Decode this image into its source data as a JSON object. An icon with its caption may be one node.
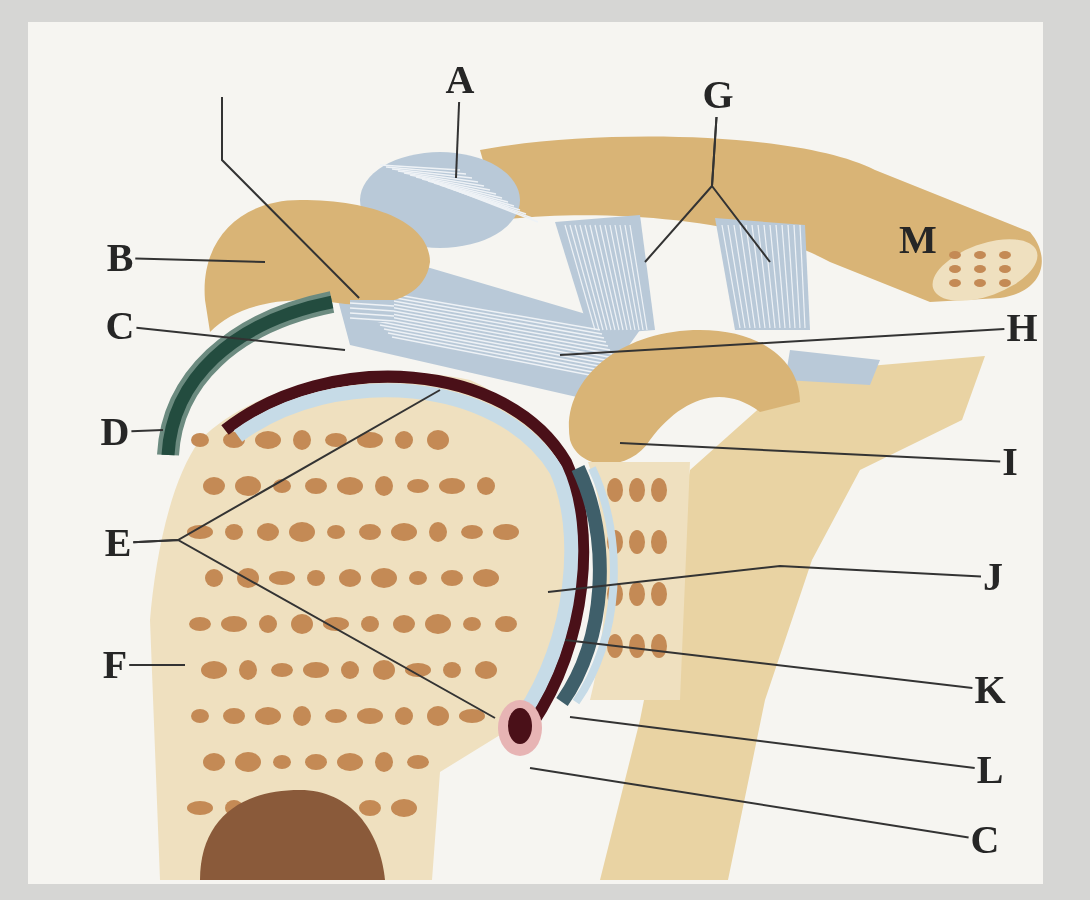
{
  "diagram": {
    "nodes": [
      {
        "text": [
          "A"
        ]
      },
      {
        "text": [
          "G"
        ]
      },
      {
        "text": [
          "B"
        ]
      },
      {
        "text": [
          "M"
        ]
      },
      {
        "text": [
          "C"
        ]
      },
      {
        "text": [
          "H"
        ]
      },
      {
        "text": [
          "D"
        ]
      },
      {
        "text": [
          "I"
        ]
      },
      {
        "text": [
          "E"
        ]
      },
      {
        "text": [
          "J"
        ]
      },
      {
        "text": [
          "F"
        ]
      },
      {
        "text": [
          "K"
        ]
      },
      {
        "text": [
          "L"
        ]
      },
      {
        "text": [
          "C"
        ]
      },
      {
        "text": [],
        "shape": "picture"
      }
    ],
    "edges": [
      {
        "from": 0,
        "to": null,
        "arrow": "none"
      },
      {
        "from": 1,
        "to": null,
        "arrow": "none"
      },
      {
        "from": 1,
        "to": null,
        "arrow": "none"
      },
      {
        "from": 2,
        "to": null,
        "arrow": "none"
      },
      {
        "from": 4,
        "to": null,
        "arrow": "none"
      },
      {
        "from": 5,
        "to": null,
        "arrow": "none"
      },
      {
        "from": 6,
        "to": null,
        "arrow": "none"
      },
      {
        "from": 7,
        "to": null,
        "arrow": "none"
      },
      {
        "from": 8,
        "to": null,
        "arrow": "none"
      },
      {
        "from": 8,
        "to": null,
        "arrow": "none"
      },
      {
        "from": 9,
        "to": null,
        "arrow": "none"
      },
      {
        "from": 10,
        "to": null,
        "arrow": "none"
      },
      {
        "from": 11,
        "to": null,
        "arrow": "none"
      },
      {
        "from": 12,
        "to": null,
        "arrow": "none"
      },
      {
        "from": 13,
        "to": null,
        "arrow": "none"
      },
      {
        "from": null,
        "to": 14,
        "arrow": "none"
      }
    ]
  }
}
